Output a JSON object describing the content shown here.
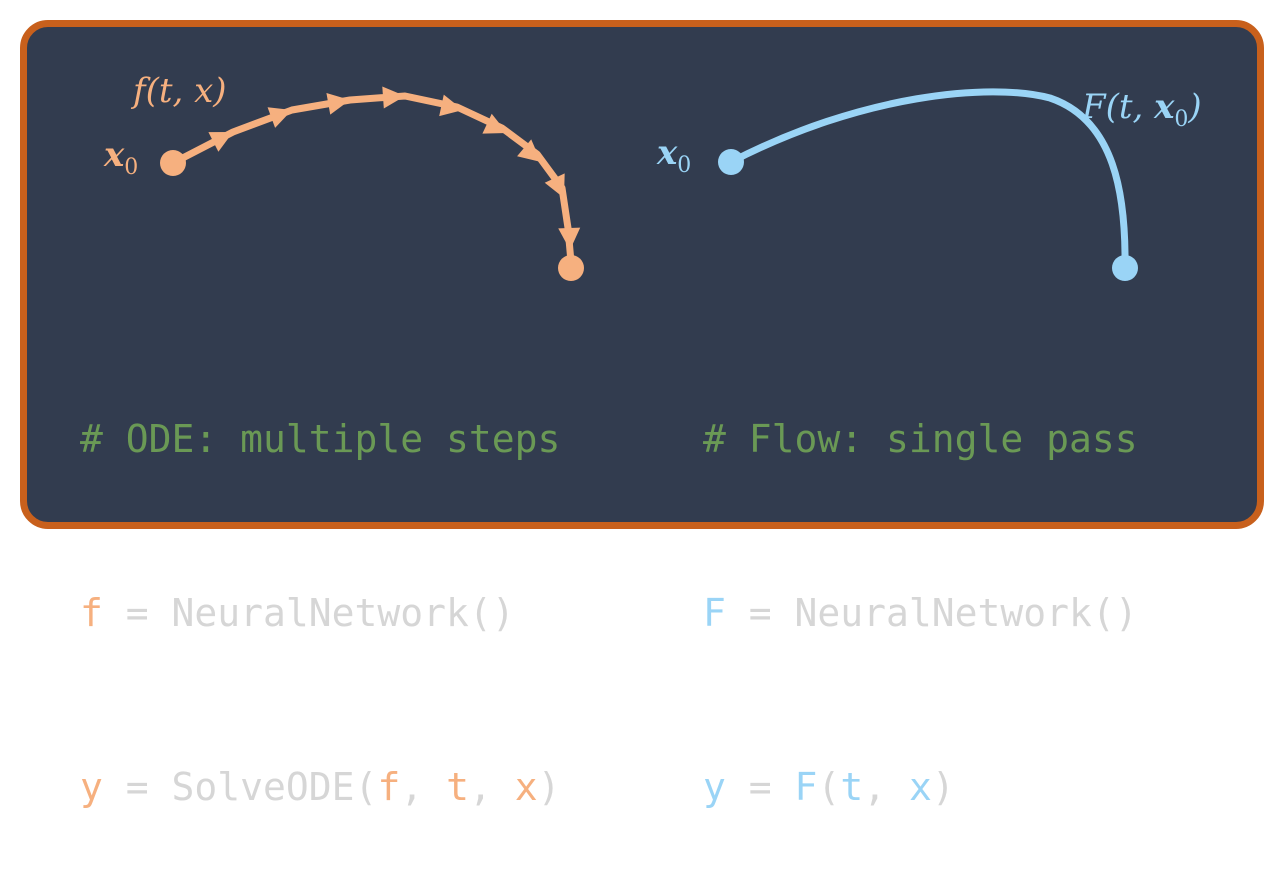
{
  "colors": {
    "background": "#323c4f",
    "border": "#c8601c",
    "ode_accent": "#f6b07f",
    "flow_accent": "#9ad4f6",
    "comment": "#6a9955",
    "code_text": "#d6d6d6"
  },
  "ode": {
    "start_label": "x",
    "start_sub": "0",
    "func_label": "f(t, x)",
    "code": {
      "comment": "# ODE: multiple steps",
      "l1_var": "f",
      "l1_rest": " = NeuralNetwork()",
      "l2_var": "y",
      "l2_mid": " = SolveODE(",
      "l2_a1": "f",
      "l2_sep1": ", ",
      "l2_a2": "t",
      "l2_sep2": ", ",
      "l2_a3": "x",
      "l2_end": ")"
    }
  },
  "flow": {
    "start_label": "x",
    "start_sub": "0",
    "func_pre": "F(t, ",
    "func_x": "x",
    "func_sub": "0",
    "func_post": ")",
    "code": {
      "comment": "# Flow: single pass",
      "l1_var": "F",
      "l1_rest": " = NeuralNetwork()",
      "l2_var": "y",
      "l2_mid": " = ",
      "l2_f": "F",
      "l2_open": "(",
      "l2_a1": "t",
      "l2_sep": ", ",
      "l2_a2": "x",
      "l2_end": ")"
    }
  }
}
